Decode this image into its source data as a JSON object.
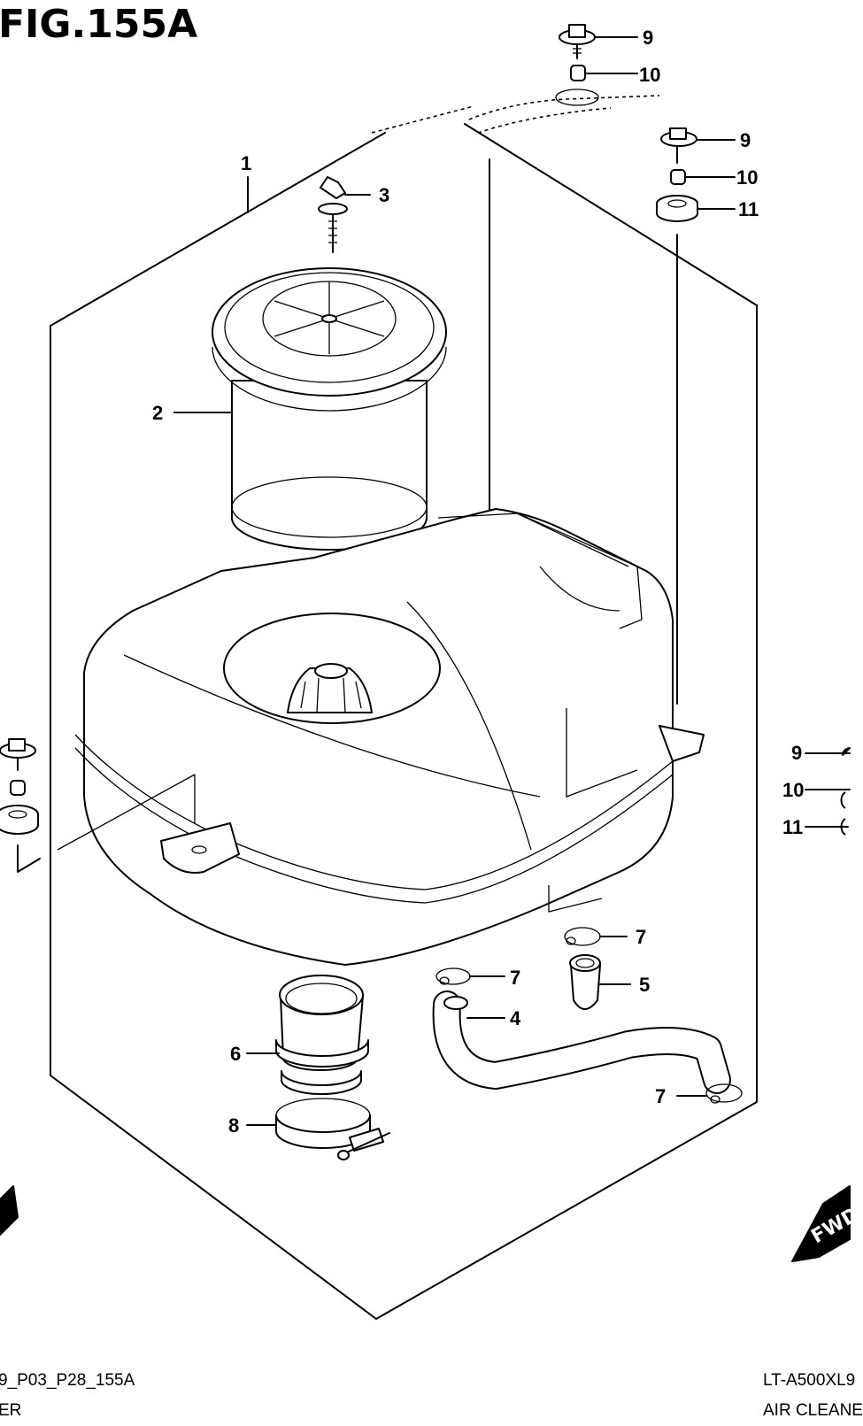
{
  "figure": {
    "title": "FIG.155A",
    "drawing_code": "9_P03_P28_155A",
    "model": "LT-A500XL9",
    "section_left": "ER",
    "section_right": "AIR CLEANE"
  },
  "callouts": [
    "1",
    "2",
    "3",
    "4",
    "5",
    "6",
    "7",
    "7",
    "7",
    "8",
    "9",
    "10",
    "9",
    "10",
    "11",
    "9",
    "10",
    "11"
  ],
  "fwd_label": "FWD"
}
